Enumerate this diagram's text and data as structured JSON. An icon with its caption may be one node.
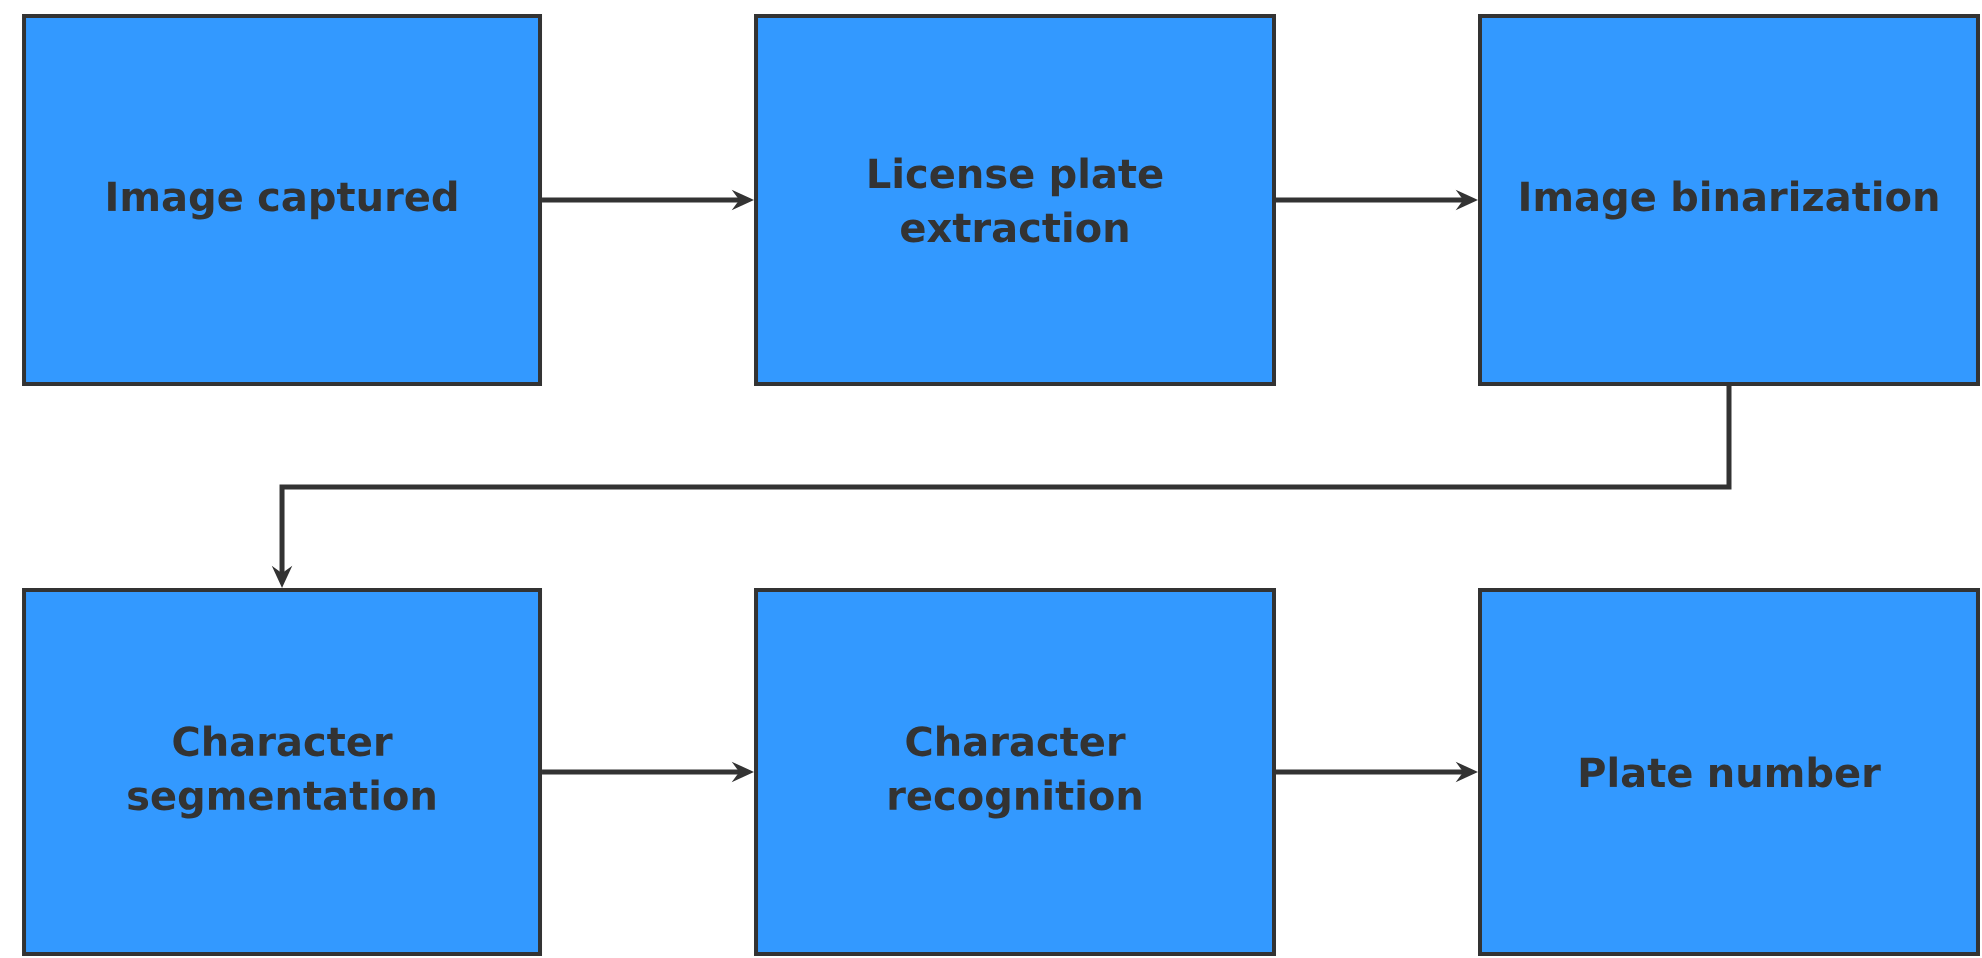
{
  "diagram": {
    "nodes": [
      {
        "text": [
          "Image captured"
        ]
      },
      {
        "text": [
          "License plate extraction"
        ]
      },
      {
        "text": [
          "Image binarization"
        ]
      },
      {
        "text": [
          "Character segmentation"
        ]
      },
      {
        "text": [
          "Character recognition"
        ]
      },
      {
        "text": [
          "Plate number"
        ]
      }
    ],
    "edges": [
      {
        "from": 0,
        "to": 1,
        "arrow": "to"
      },
      {
        "from": 1,
        "to": 2,
        "arrow": "to"
      },
      {
        "from": 2,
        "to": 3,
        "arrow": "to"
      },
      {
        "from": 3,
        "to": 4,
        "arrow": "to"
      },
      {
        "from": 4,
        "to": 5,
        "arrow": "to"
      }
    ]
  }
}
